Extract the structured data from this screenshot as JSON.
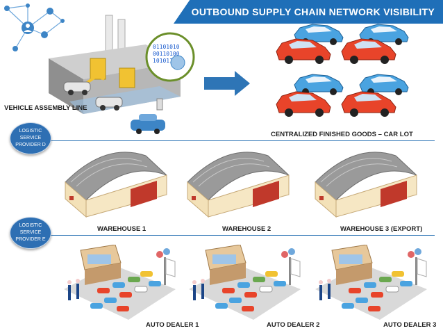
{
  "title": "OUTBOUND SUPPLY CHAIN NETWORK VISIBILITY",
  "assembly_label": "VEHICLE ASSEMBLY LINE",
  "carlot_label": "CENTRALIZED FINISHED GOODS – CAR LOT",
  "lsp_d": "LOGISTIC SERVICE PROVIDER D",
  "lsp_e": "LOGISTIC SERVICE PROVIDER E",
  "warehouses": [
    "WAREHOUSE 1",
    "WAREHOUSE 2",
    "WAREHOUSE 3 (EXPORT)"
  ],
  "dealers": [
    "AUTO DEALER 1",
    "AUTO DEALER 2",
    "AUTO DEALER 3"
  ],
  "binary_text": "01101010",
  "colors": {
    "banner": "#1f6fb8",
    "divider": "#2e75b6",
    "lsp_bubble": "#2e6fb3",
    "car_red": "#e8442a",
    "car_blue": "#4aa3e0"
  }
}
